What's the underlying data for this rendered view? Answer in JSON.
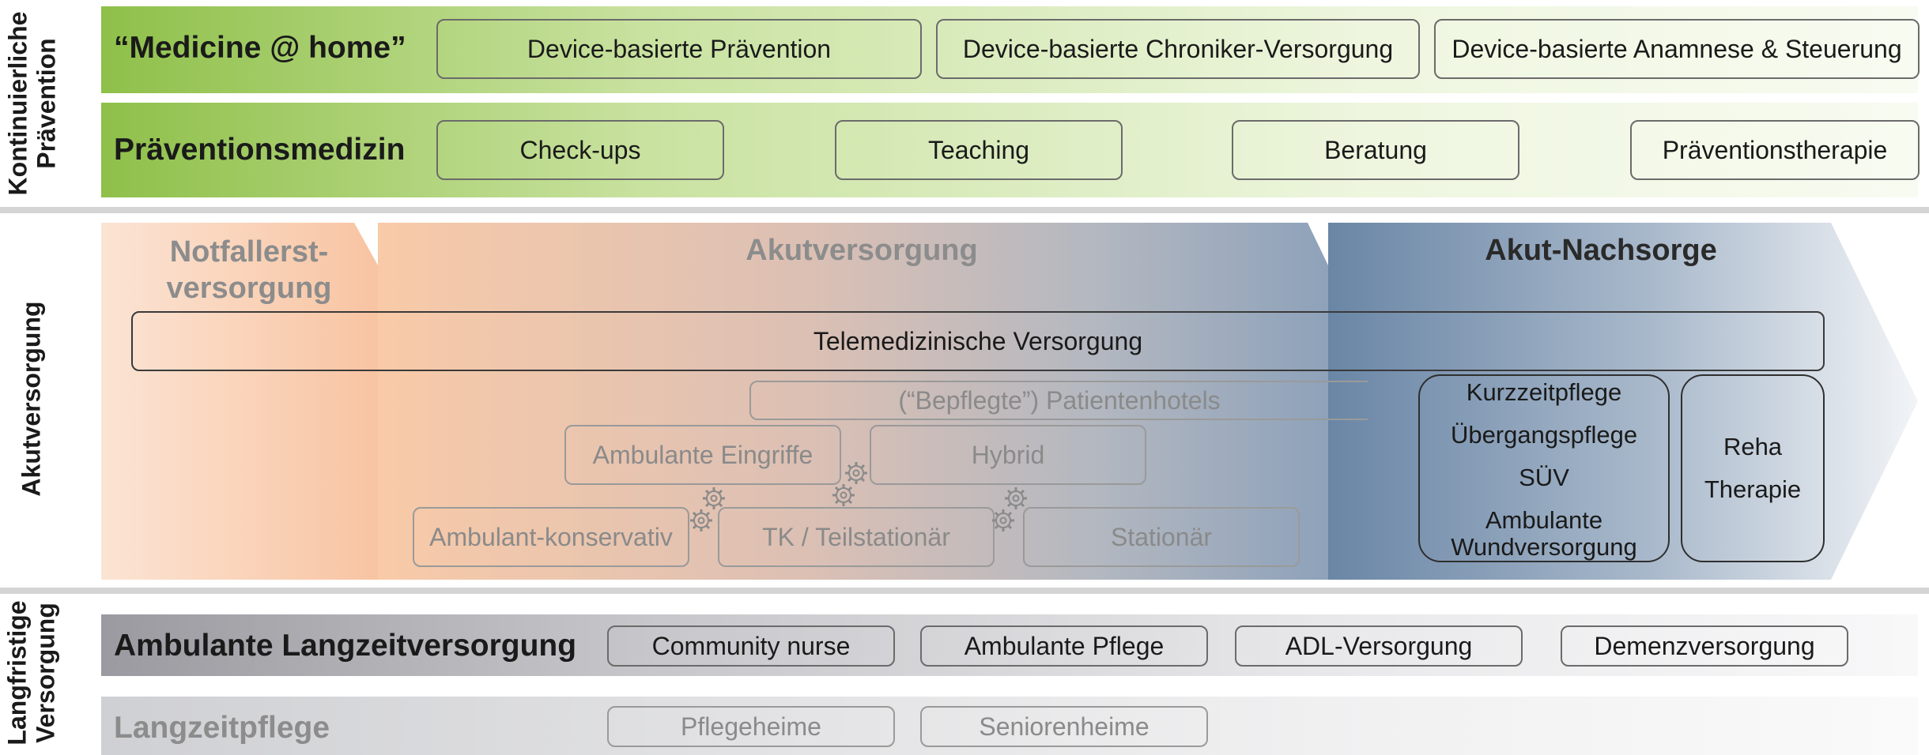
{
  "sections": {
    "praevention": "Kontinuierliche\nPrävention",
    "akut": "Akutversorgung",
    "lang": "Langfristige\nVersorgung"
  },
  "rows": {
    "medicine_home": {
      "title": "“Medicine @ home”",
      "items": [
        "Device-basierte Prävention",
        "Device-basierte Chroniker-Versorgung",
        "Device-basierte Anamnese & Steuerung"
      ]
    },
    "praeventionsmedizin": {
      "title": "Präventionsmedizin",
      "items": [
        "Check-ups",
        "Teaching",
        "Beratung",
        "Präventionstherapie"
      ]
    },
    "ambulante_langzeit": {
      "title": "Ambulante Langzeitversorgung",
      "items": [
        "Community nurse",
        "Ambulante Pflege",
        "ADL-Versorgung",
        "Demenzversorgung"
      ]
    },
    "langzeitpflege": {
      "title": "Langzeitpflege",
      "items": [
        "Pflegeheime",
        "Seniorenheime"
      ]
    }
  },
  "akut": {
    "notfall": "Notfallerst-\nversorgung",
    "akutversorgung": "Akutversorgung",
    "nachsorge": "Akut-Nachsorge",
    "tele": "Telemedizinische Versorgung",
    "hotels": "(“Bepflegte”) Patientenhotels",
    "ambulante_eingriffe": "Ambulante Eingriffe",
    "hybrid": "Hybrid",
    "ambulant_konservativ": "Ambulant-konservativ",
    "tk": "TK / Teilstationär",
    "stationaer": "Stationär",
    "nachsorge_items": [
      "Kurzzeitpflege",
      "Übergangspflege",
      "SÜV",
      "Ambulante\nWundversorgung"
    ],
    "reha": "Reha\nTherapie"
  },
  "colors": {
    "green_dark": "#8fc04a",
    "green_light": "#f2f7e6",
    "peach": "#f9c9a8",
    "blue_dark": "#6b87a6",
    "grey_dark": "#9a9aa0"
  }
}
